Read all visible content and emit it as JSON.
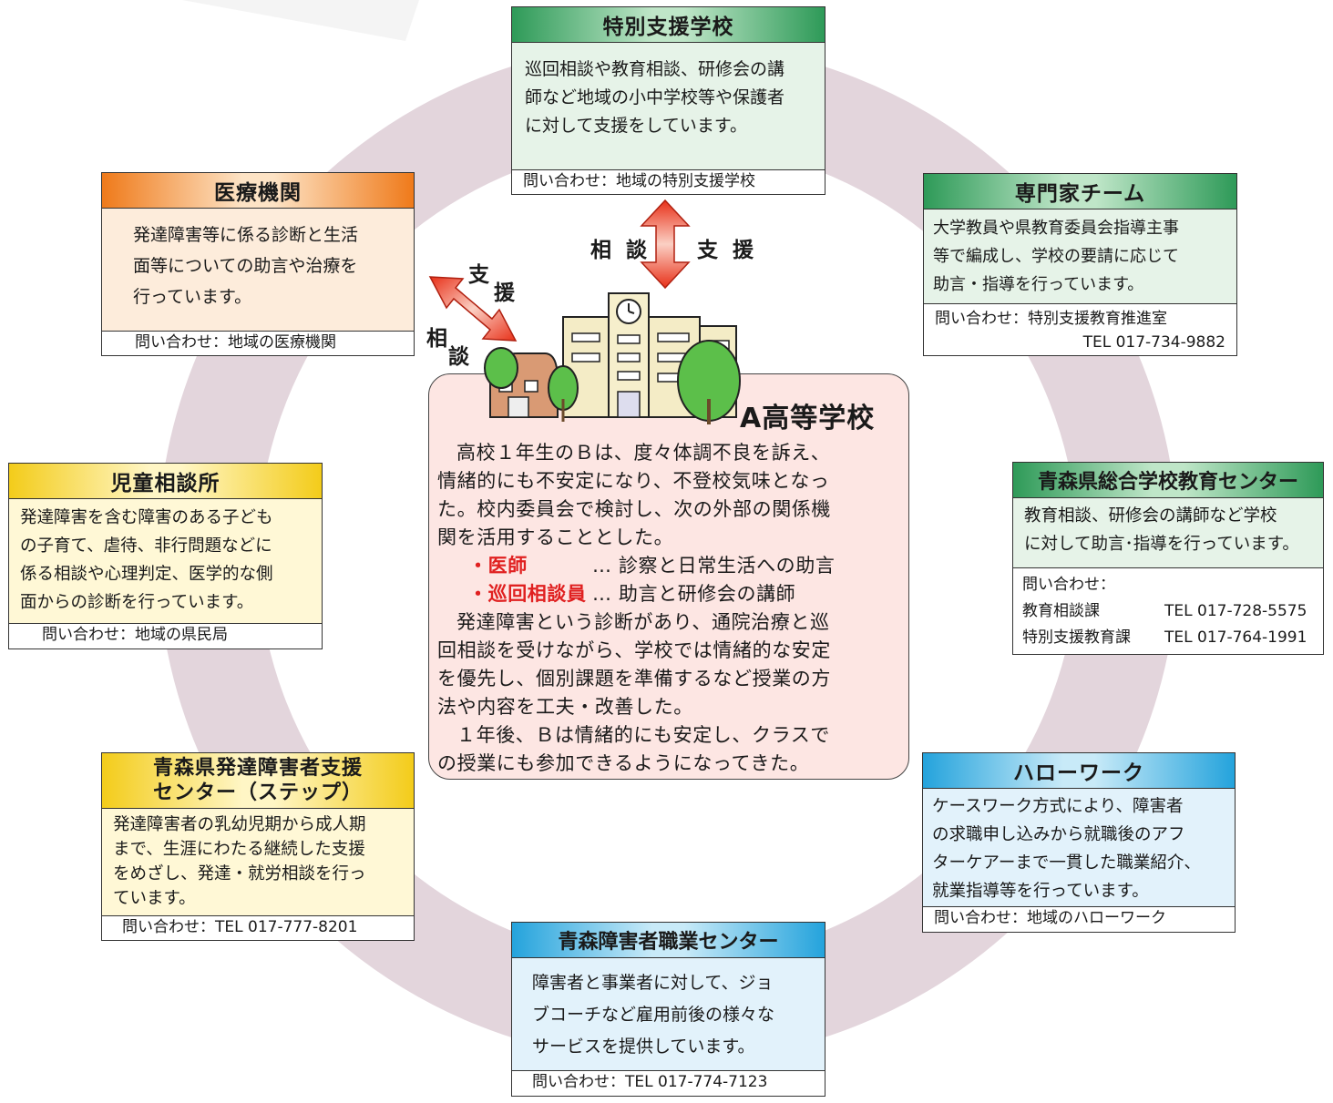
{
  "colors": {
    "ring": "#e3d5dc",
    "green": "#2e9a58",
    "orange": "#ef7a1a",
    "yellow": "#f3cc1a",
    "blue": "#24a3dc",
    "center_fill": "#fde6e3",
    "arrow_red": "#e83018",
    "highlight_red": "#e02020"
  },
  "tokubetsu": {
    "title": "特別支援学校",
    "lines": [
      "巡回相談や教育相談、研修会の講",
      "師など地域の小中学校等や保護者",
      "に対して支援をしています。"
    ],
    "contact": "問い合わせ：地域の特別支援学校"
  },
  "iryo": {
    "title": "医療機関",
    "lines": [
      "発達障害等に係る診断と生活",
      "面等についての助言や治療を",
      "行っています。"
    ],
    "contact": "問い合わせ：地域の医療機関"
  },
  "senmon": {
    "title": "専門家チーム",
    "lines": [
      "大学教員や県教育委員会指導主事",
      "等で編成し、学校の要請に応じて",
      "助言・指導を行っています。"
    ],
    "contact_line1": "問い合わせ：特別支援教育推進室",
    "contact_line2": "TEL 017-734-9882"
  },
  "jido": {
    "title": "児童相談所",
    "lines": [
      "発達障害を含む障害のある子ども",
      "の子育て、虐待、非行問題などに",
      "係る相談や心理判定、医学的な側",
      "面からの診断を行っています。"
    ],
    "contact": "問い合わせ：地域の県民局"
  },
  "kyoiku_center": {
    "title": "青森県総合学校教育センター",
    "lines": [
      "教育相談、研修会の講師など学校",
      "に対して助言･指導を行っています。"
    ],
    "contact_head": "問い合わせ：",
    "contacts": [
      {
        "name": "教育相談課",
        "tel": "TEL 017-728-5575"
      },
      {
        "name": "特別支援教育課",
        "tel": "TEL 017-764-1991"
      }
    ]
  },
  "step": {
    "title_line1": "青森県発達障害者支援",
    "title_line2": "センター（ステップ）",
    "lines": [
      "発達障害者の乳幼児期から成人期",
      "まで、生涯にわたる継続した支援",
      "をめざし、発達・就労相談を行っ",
      "ています。"
    ],
    "contact": "問い合わせ：TEL 017-777-8201"
  },
  "hellowork": {
    "title": "ハローワーク",
    "lines": [
      "ケースワーク方式により、障害者",
      "の求職申し込みから就職後のアフ",
      "ターケアーまで一貫した職業紹介、",
      "就業指導等を行っています。"
    ],
    "contact": "問い合わせ：地域のハローワーク"
  },
  "shokugyo": {
    "title": "青森障害者職業センター",
    "lines": [
      "障害者と事業者に対して、ジョ",
      "ブコーチなど雇用前後の様々な",
      "サービスを提供しています。"
    ],
    "contact": "問い合わせ：TEL 017-774-7123"
  },
  "center": {
    "title": "A高等学校",
    "para1": [
      "高校１年生のＢは、度々体調不良を訴え、",
      "情緒的にも不安定になり、不登校気味となっ",
      "た。校内委員会で検討し、次の外部の関係機",
      "関を活用することとした。"
    ],
    "item1_label": "・医師",
    "item1_text": "… 診察と日常生活への助言",
    "item2_label": "・巡回相談員",
    "item2_text": "… 助言と研修会の講師",
    "para2": [
      "発達障害という診断があり、通院治療と巡",
      "回相談を受けながら、学校では情緒的な安定",
      "を優先し、個別課題を準備するなど授業の方",
      "法や内容を工夫・改善した。"
    ],
    "para3": [
      "１年後、Ｂは情緒的にも安定し、クラスで",
      "の授業にも参加できるようになってきた。"
    ]
  },
  "arrows": {
    "top_left_label": "相 談",
    "top_right_label": "支 援",
    "diag_shi": "支",
    "diag_en": "援",
    "diag_so": "相",
    "diag_dan": "談"
  }
}
